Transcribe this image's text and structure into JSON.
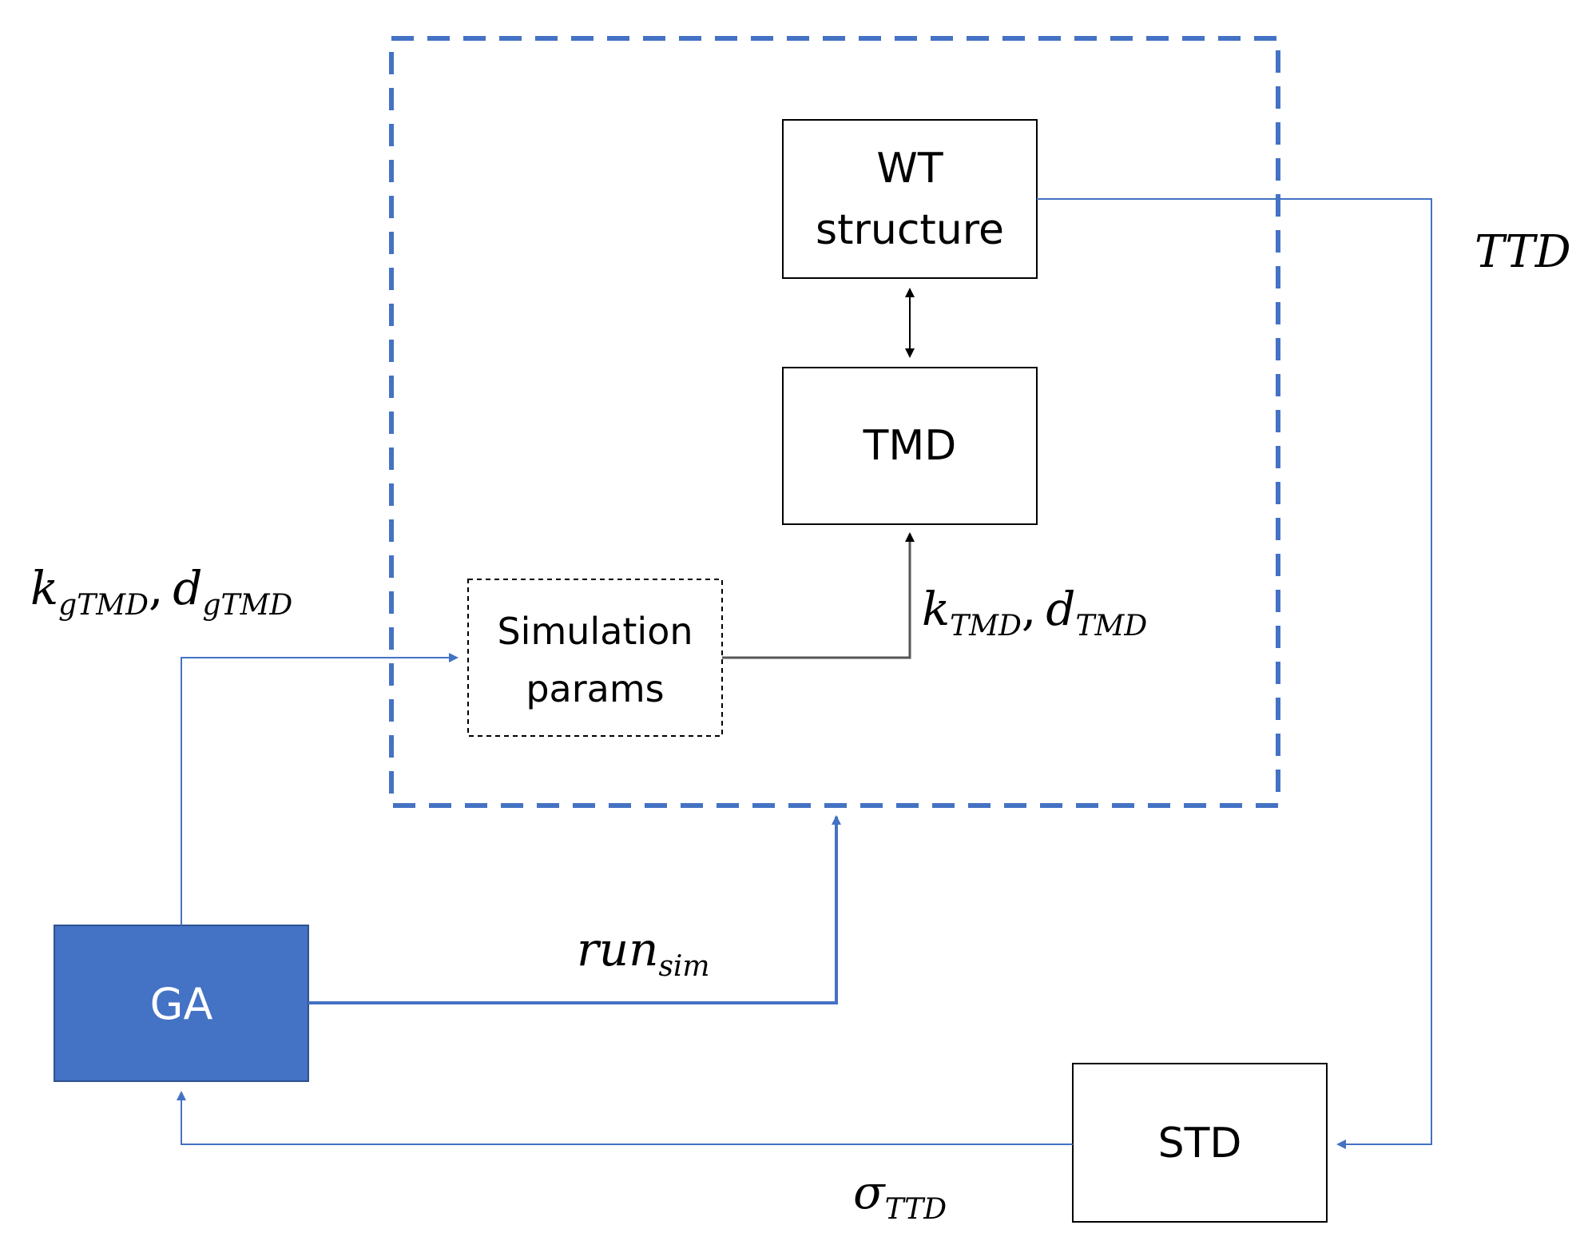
{
  "colors": {
    "accent": "#4472C4",
    "box_border": "#000000",
    "ga_fill": "#4472C4"
  },
  "blocks": {
    "wt_line1": "WT",
    "wt_line2": "structure",
    "tmd": "TMD",
    "sim_line1": "Simulation",
    "sim_line2": "params",
    "ga": "GA",
    "std": "STD"
  },
  "signals": {
    "ttd": "TTD",
    "k_g": "k",
    "k_g_sub": "gTMD",
    "d_g": "d",
    "d_g_sub": "gTMD",
    "k_tmd": "k",
    "k_tmd_sub": "TMD",
    "d_tmd": "d",
    "d_tmd_sub": "TMD",
    "run": "run",
    "run_sub": "sim",
    "sigma": "σ",
    "sigma_sub": "TTD",
    "comma": ","
  }
}
